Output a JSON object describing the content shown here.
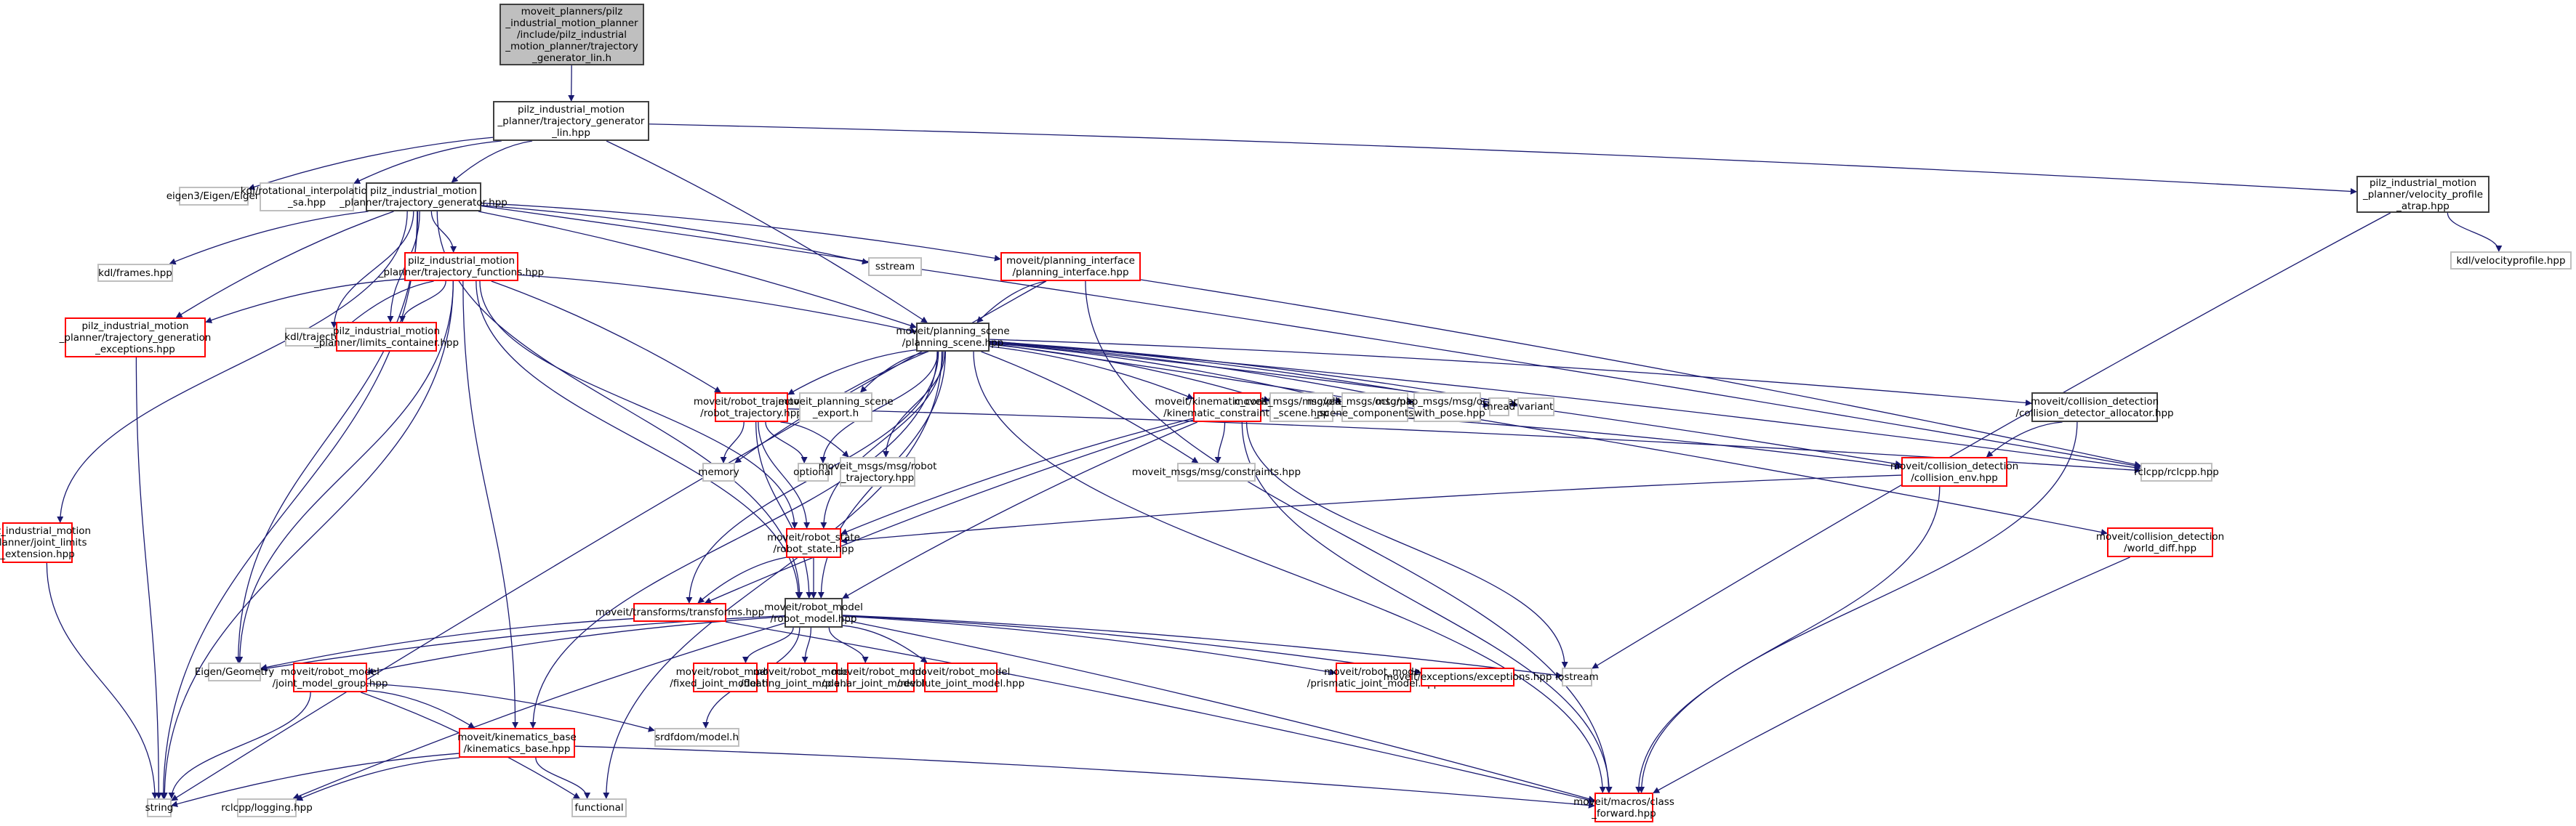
{
  "title": "Include dependency graph for trajectory_generator_lin.h",
  "colors": {
    "edge": "#191970",
    "root_fill": "#bfbfbf",
    "documented_border": "#404040",
    "undocumented_border": "#ff0000",
    "external_border": "#bfbfbf"
  },
  "nodes": [
    {
      "id": "root",
      "label": "moveit_planners/pilz\n_industrial_motion_planner\n/include/pilz_industrial\n_motion_planner/trajectory\n_generator_lin.h",
      "kind": "root"
    },
    {
      "id": "tglin",
      "label": "pilz_industrial_motion\n_planner/trajectory_generator\n_lin.hpp",
      "kind": "black"
    },
    {
      "id": "eigen",
      "label": "eigen3/Eigen/Eigen",
      "kind": "gray"
    },
    {
      "id": "kdlrot",
      "label": "kdl/rotational_interpolation\n_sa.hpp",
      "kind": "gray"
    },
    {
      "id": "tg",
      "label": "pilz_industrial_motion\n_planner/trajectory_generator.hpp",
      "kind": "black"
    },
    {
      "id": "velprof",
      "label": "pilz_industrial_motion\n_planner/velocity_profile\n_atrap.hpp",
      "kind": "black"
    },
    {
      "id": "kdlvel",
      "label": "kdl/velocityprofile.hpp",
      "kind": "gray"
    },
    {
      "id": "kdlframes",
      "label": "kdl/frames.hpp",
      "kind": "gray"
    },
    {
      "id": "tfunc",
      "label": "pilz_industrial_motion\n_planner/trajectory_functions.hpp",
      "kind": "red"
    },
    {
      "id": "sstream",
      "label": "sstream",
      "kind": "gray"
    },
    {
      "id": "pi",
      "label": "moveit/planning_interface\n/planning_interface.hpp",
      "kind": "red"
    },
    {
      "id": "tgexc",
      "label": "pilz_industrial_motion\n_planner/trajectory_generation\n_exceptions.hpp",
      "kind": "red"
    },
    {
      "id": "kdltraj",
      "label": "kdl/trajectory.hpp",
      "kind": "gray"
    },
    {
      "id": "limits",
      "label": "pilz_industrial_motion\n_planner/limits_container.hpp",
      "kind": "red"
    },
    {
      "id": "ps",
      "label": "moveit/planning_scene\n/planning_scene.hpp",
      "kind": "black"
    },
    {
      "id": "rtraj",
      "label": "moveit/robot_trajectory\n/robot_trajectory.hpp",
      "kind": "red"
    },
    {
      "id": "psexport",
      "label": "moveit_planning_scene\n_export.h",
      "kind": "gray"
    },
    {
      "id": "kc",
      "label": "moveit/kinematic_constraints\n/kinematic_constraint.hpp",
      "kind": "red"
    },
    {
      "id": "msgps",
      "label": "moveit_msgs/msg/planning\n_scene.hpp",
      "kind": "gray"
    },
    {
      "id": "msgpsc",
      "label": "moveit_msgs/msg/planning\n_scene_components.hpp",
      "kind": "gray"
    },
    {
      "id": "octo",
      "label": "octomap_msgs/msg/octomap\n_with_pose.hpp",
      "kind": "gray"
    },
    {
      "id": "thread",
      "label": "thread",
      "kind": "gray"
    },
    {
      "id": "variant",
      "label": "variant",
      "kind": "gray"
    },
    {
      "id": "cda",
      "label": "moveit/collision_detection\n/collision_detector_allocator.hpp",
      "kind": "black"
    },
    {
      "id": "memory",
      "label": "memory",
      "kind": "gray"
    },
    {
      "id": "optional",
      "label": "optional",
      "kind": "gray"
    },
    {
      "id": "msgrt",
      "label": "moveit_msgs/msg/robot\n_trajectory.hpp",
      "kind": "gray"
    },
    {
      "id": "msgcon",
      "label": "moveit_msgs/msg/constraints.hpp",
      "kind": "gray"
    },
    {
      "id": "cenv",
      "label": "moveit/collision_detection\n/collision_env.hpp",
      "kind": "red"
    },
    {
      "id": "rclcpp",
      "label": "rclcpp/rclcpp.hpp",
      "kind": "gray"
    },
    {
      "id": "jle",
      "label": "pilz_industrial_motion\n_planner/joint_limits\n_extension.hpp",
      "kind": "red"
    },
    {
      "id": "wdiff",
      "label": "moveit/collision_detection\n/world_diff.hpp",
      "kind": "red"
    },
    {
      "id": "rstate",
      "label": "moveit/robot_state\n/robot_state.hpp",
      "kind": "red"
    },
    {
      "id": "transforms",
      "label": "moveit/transforms/transforms.hpp",
      "kind": "red"
    },
    {
      "id": "rmodel",
      "label": "moveit/robot_model\n/robot_model.hpp",
      "kind": "black"
    },
    {
      "id": "eigengeo",
      "label": "Eigen/Geometry",
      "kind": "gray"
    },
    {
      "id": "jmg",
      "label": "moveit/robot_model\n/joint_model_group.hpp",
      "kind": "red"
    },
    {
      "id": "fixed",
      "label": "moveit/robot_model\n/fixed_joint_model.hpp",
      "kind": "red"
    },
    {
      "id": "floating",
      "label": "moveit/robot_model\n/floating_joint_model.hpp",
      "kind": "red"
    },
    {
      "id": "planar",
      "label": "moveit/robot_model\n/planar_joint_model.hpp",
      "kind": "red"
    },
    {
      "id": "revolute",
      "label": "moveit/robot_model\n/revolute_joint_model.hpp",
      "kind": "red"
    },
    {
      "id": "prismatic",
      "label": "moveit/robot_model\n/prismatic_joint_model.hpp",
      "kind": "red"
    },
    {
      "id": "exceptions",
      "label": "moveit/exceptions/exceptions.hpp",
      "kind": "red"
    },
    {
      "id": "iostream",
      "label": "iostream",
      "kind": "gray"
    },
    {
      "id": "srdf",
      "label": "srdfdom/model.h",
      "kind": "gray"
    },
    {
      "id": "kinbase",
      "label": "moveit/kinematics_base\n/kinematics_base.hpp",
      "kind": "red"
    },
    {
      "id": "string",
      "label": "string",
      "kind": "gray"
    },
    {
      "id": "logging",
      "label": "rclcpp/logging.hpp",
      "kind": "gray"
    },
    {
      "id": "functional",
      "label": "functional",
      "kind": "gray"
    },
    {
      "id": "classfwd",
      "label": "moveit/macros/class\n_forward.hpp",
      "kind": "red"
    }
  ],
  "edges": [
    [
      "root",
      "tglin"
    ],
    [
      "tglin",
      "eigen"
    ],
    [
      "tglin",
      "kdlrot"
    ],
    [
      "tglin",
      "tg"
    ],
    [
      "tglin",
      "velprof"
    ],
    [
      "tglin",
      "ps"
    ],
    [
      "velprof",
      "kdlvel"
    ],
    [
      "velprof",
      "iostream"
    ],
    [
      "tg",
      "kdlframes"
    ],
    [
      "tg",
      "tfunc"
    ],
    [
      "tg",
      "sstream"
    ],
    [
      "tg",
      "pi"
    ],
    [
      "tg",
      "tgexc"
    ],
    [
      "tg",
      "kdltraj"
    ],
    [
      "tg",
      "limits"
    ],
    [
      "tg",
      "ps"
    ],
    [
      "tg",
      "jle"
    ],
    [
      "tg",
      "eigengeo"
    ],
    [
      "tg",
      "string"
    ],
    [
      "tg",
      "rmodel"
    ],
    [
      "tg",
      "rclcpp"
    ],
    [
      "tfunc",
      "tgexc"
    ],
    [
      "tfunc",
      "kdltraj"
    ],
    [
      "tfunc",
      "limits"
    ],
    [
      "tfunc",
      "ps"
    ],
    [
      "tfunc",
      "rtraj"
    ],
    [
      "tfunc",
      "rstate"
    ],
    [
      "tfunc",
      "rmodel"
    ],
    [
      "tfunc",
      "eigengeo"
    ],
    [
      "tfunc",
      "string"
    ],
    [
      "tfunc",
      "kinbase"
    ],
    [
      "pi",
      "ps"
    ],
    [
      "pi",
      "string"
    ],
    [
      "pi",
      "classfwd"
    ],
    [
      "pi",
      "rclcpp"
    ],
    [
      "tgexc",
      "string"
    ],
    [
      "jle",
      "string"
    ],
    [
      "ps",
      "rtraj"
    ],
    [
      "ps",
      "psexport"
    ],
    [
      "ps",
      "kc"
    ],
    [
      "ps",
      "msgps"
    ],
    [
      "ps",
      "msgpsc"
    ],
    [
      "ps",
      "octo"
    ],
    [
      "ps",
      "thread"
    ],
    [
      "ps",
      "variant"
    ],
    [
      "ps",
      "cda"
    ],
    [
      "ps",
      "memory"
    ],
    [
      "ps",
      "optional"
    ],
    [
      "ps",
      "msgrt"
    ],
    [
      "ps",
      "msgcon"
    ],
    [
      "ps",
      "cenv"
    ],
    [
      "ps",
      "rclcpp"
    ],
    [
      "ps",
      "wdiff"
    ],
    [
      "ps",
      "rstate"
    ],
    [
      "ps",
      "rmodel"
    ],
    [
      "ps",
      "transforms"
    ],
    [
      "ps",
      "functional"
    ],
    [
      "ps",
      "classfwd"
    ],
    [
      "ps",
      "kinbase"
    ],
    [
      "rtraj",
      "memory"
    ],
    [
      "rtraj",
      "optional"
    ],
    [
      "rtraj",
      "msgrt"
    ],
    [
      "rtraj",
      "rstate"
    ],
    [
      "rtraj",
      "rmodel"
    ],
    [
      "rtraj",
      "rclcpp"
    ],
    [
      "kc",
      "msgcon"
    ],
    [
      "kc",
      "cenv"
    ],
    [
      "kc",
      "rstate"
    ],
    [
      "kc",
      "rmodel"
    ],
    [
      "kc",
      "iostream"
    ],
    [
      "kc",
      "classfwd"
    ],
    [
      "kc",
      "transforms"
    ],
    [
      "cda",
      "cenv"
    ],
    [
      "cda",
      "classfwd"
    ],
    [
      "cenv",
      "rstate"
    ],
    [
      "cenv",
      "classfwd"
    ],
    [
      "wdiff",
      "classfwd"
    ],
    [
      "rstate",
      "rmodel"
    ],
    [
      "rstate",
      "transforms"
    ],
    [
      "transforms",
      "eigengeo"
    ],
    [
      "transforms",
      "classfwd"
    ],
    [
      "rmodel",
      "eigengeo"
    ],
    [
      "rmodel",
      "jmg"
    ],
    [
      "rmodel",
      "fixed"
    ],
    [
      "rmodel",
      "floating"
    ],
    [
      "rmodel",
      "planar"
    ],
    [
      "rmodel",
      "revolute"
    ],
    [
      "rmodel",
      "prismatic"
    ],
    [
      "rmodel",
      "exceptions"
    ],
    [
      "rmodel",
      "iostream"
    ],
    [
      "rmodel",
      "srdf"
    ],
    [
      "rmodel",
      "logging"
    ],
    [
      "rmodel",
      "classfwd"
    ],
    [
      "jmg",
      "kinbase"
    ],
    [
      "jmg",
      "string"
    ],
    [
      "jmg",
      "functional"
    ],
    [
      "jmg",
      "srdf"
    ],
    [
      "kinbase",
      "string"
    ],
    [
      "kinbase",
      "logging"
    ],
    [
      "kinbase",
      "functional"
    ],
    [
      "kinbase",
      "classfwd"
    ]
  ]
}
